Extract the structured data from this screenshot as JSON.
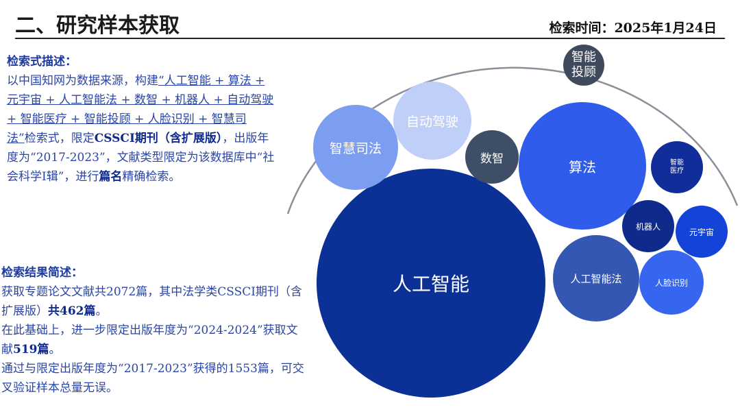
{
  "header": {
    "title": "二、研究样本获取",
    "date": "检索时间：2025年1月24日"
  },
  "query": {
    "heading": "检索式描述：",
    "p1": "以中国知网为数据来源，构建",
    "query_text": "“人工智能 + 算法 + 元宇宙 + 人工智能法 + 数智 + 机器人 + 自动驾驶 + 智能医疗 + 智能投顾 + 人脸识别 + 智慧司法”",
    "p2": "检索式，限定",
    "p3": "CSSCI期刊（含扩展版）",
    "p4": "，出版年度为“2017-2023”，文献类型限定为该数据库中“社会科学I辑”，进行",
    "p5": "篇名",
    "p6": "精确检索。"
  },
  "results": {
    "heading": "检索结果简述：",
    "l1": "获取专题论文文献共2072篇，其中法学类CSSCI期刊（含扩展版）",
    "l1b": "共462篇",
    "l1c": "。",
    "l2": "在此基础上，进一步限定出版年度为“2024-2024”获取文献",
    "l2b": "519篇",
    "l2c": "。",
    "l3": "通过与限定出版年度为“2017-2023”获得的1553篇，可交叉验证样本总量无误。"
  },
  "bubbles": [
    {
      "label": "人工智能",
      "color": "#0c3196"
    },
    {
      "label": "算法",
      "color": "#2f5ceb"
    },
    {
      "label": "智慧司法",
      "color": "#7b9ef0"
    },
    {
      "label": "自动驾驶",
      "color": "#bfcff7"
    },
    {
      "label": "数智",
      "color": "#3e4e66"
    },
    {
      "label": "智能投顾",
      "color": "#3f4a5d"
    },
    {
      "label": "智能医疗",
      "color": "#102d9a"
    },
    {
      "label": "机器人",
      "color": "#0f2a8a"
    },
    {
      "label": "元宇宙",
      "color": "#1443d8"
    },
    {
      "label": "人工智能法",
      "color": "#3557b4"
    },
    {
      "label": "人脸识别",
      "color": "#3666ef"
    }
  ]
}
